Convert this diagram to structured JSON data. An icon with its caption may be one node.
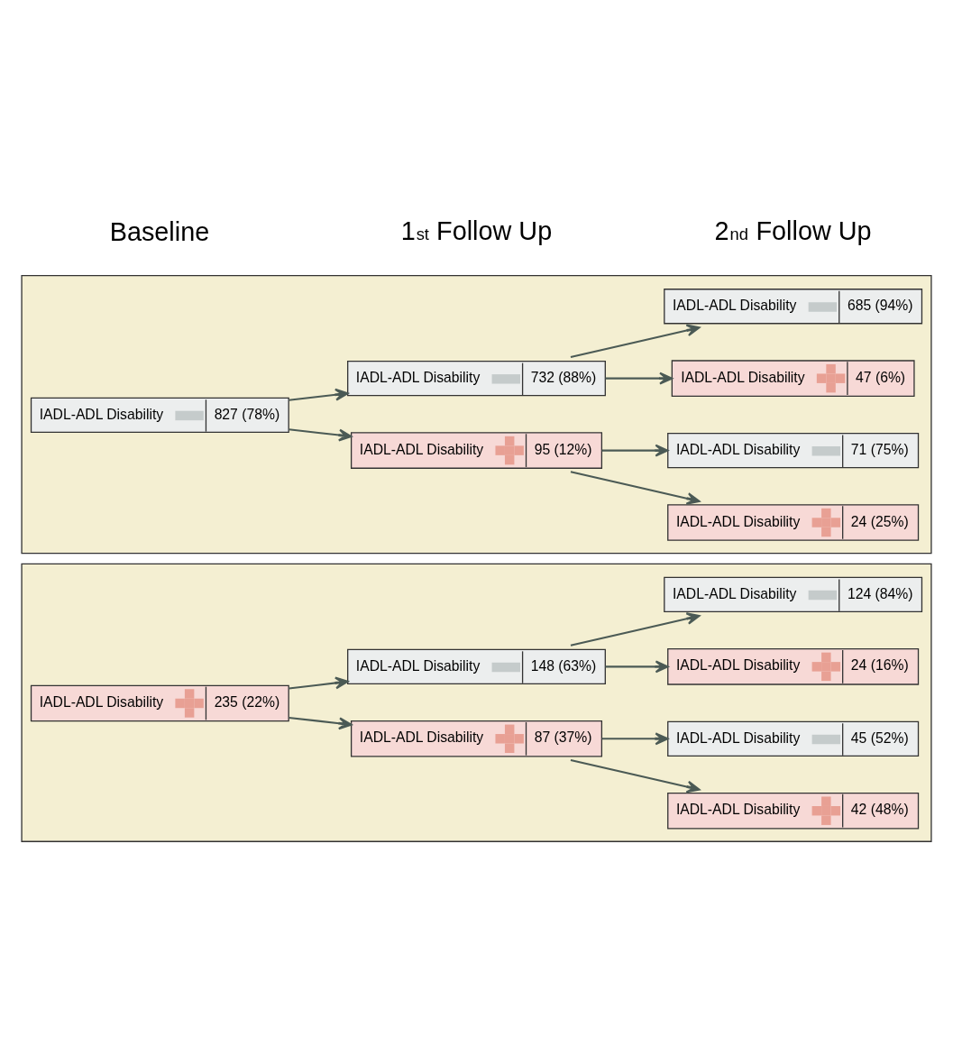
{
  "diagram": {
    "nodes": [
      {
        "text": [],
        "shape": "box"
      },
      {
        "text": [
          "IADL-ADL Disability",
          "827 (78%)"
        ],
        "in": 0
      },
      {
        "text": [
          "IADL-ADL Disability",
          "732 (88%)"
        ],
        "in": 0
      },
      {
        "text": [
          "IADL-ADL Disability",
          "685 (94%)"
        ],
        "in": 0
      },
      {
        "text": [
          "IADL-ADL Disability",
          "47 (6%)"
        ],
        "in": 0
      },
      {
        "text": [
          "IADL-ADL Disability",
          "95 (12%)"
        ],
        "in": 0
      },
      {
        "text": [
          "IADL-ADL Disability",
          "71 (75%)"
        ],
        "in": 0
      },
      {
        "text": [
          "IADL-ADL Disability",
          "24 (25%)"
        ],
        "in": 0
      },
      {
        "text": [],
        "shape": "box"
      },
      {
        "text": [
          "IADL-ADL Disability",
          "235 (22%)"
        ],
        "in": 8
      },
      {
        "text": [
          "IADL-ADL Disability",
          "148 (63%)"
        ],
        "in": 8
      },
      {
        "text": [
          "IADL-ADL Disability",
          "124 (84%)"
        ],
        "in": 8
      },
      {
        "text": [
          "IADL-ADL Disability",
          "24 (16%)"
        ],
        "in": 8
      },
      {
        "text": [
          "IADL-ADL Disability",
          "87 (37%)"
        ],
        "in": 8
      },
      {
        "text": [
          "IADL-ADL Disability",
          "45 (52%)"
        ],
        "in": 8
      },
      {
        "text": [
          "IADL-ADL Disability",
          "42 (48%)"
        ],
        "in": 8
      }
    ],
    "edges": [
      {
        "from": 1,
        "to": 2,
        "arrow": "to"
      },
      {
        "from": 1,
        "to": 5,
        "arrow": "to"
      },
      {
        "from": 2,
        "to": 3,
        "arrow": "to"
      },
      {
        "from": 2,
        "to": 4,
        "arrow": "to"
      },
      {
        "from": 5,
        "to": 6,
        "arrow": "to"
      },
      {
        "from": 5,
        "to": 7,
        "arrow": "to"
      },
      {
        "from": 9,
        "to": 10,
        "arrow": "to"
      },
      {
        "from": 9,
        "to": 13,
        "arrow": "to"
      },
      {
        "from": 10,
        "to": 11,
        "arrow": "to"
      },
      {
        "from": 10,
        "to": 12,
        "arrow": "to"
      },
      {
        "from": 13,
        "to": 14,
        "arrow": "to"
      },
      {
        "from": 13,
        "to": 15,
        "arrow": "to"
      }
    ],
    "labels": [
      "Baseline",
      "1$^{st}$ Follow Up",
      "2$^{nd}$ Follow Up"
    ]
  }
}
